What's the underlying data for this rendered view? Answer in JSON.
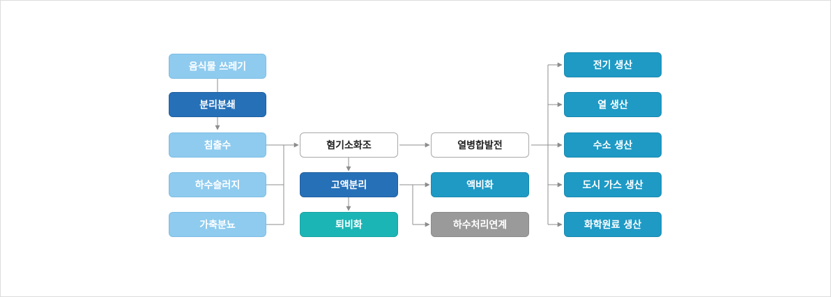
{
  "source": {
    "food_waste": "음식물 쓰레기",
    "separation": "분리분쇄",
    "sedimentation": "침출수",
    "sewage_sludge": "하수슬러지",
    "livestock_manure": "가축분뇨"
  },
  "process": {
    "anaerobic_digestion": "혐기소화조",
    "solid_liquid_separation": "고액분리",
    "composting": "퇴비화"
  },
  "conversion": {
    "chp": "열병합발전",
    "liquefaction": "액비화",
    "sewage_treatment_link": "하수처리연계"
  },
  "output": {
    "electricity": "전기 생산",
    "heat": "열 생산",
    "hydrogen": "수소 생산",
    "city_gas": "도시 가스 생산",
    "chemical_feedstock": "화학원료 생산"
  },
  "colors": {
    "light_blue": "#8ecbef",
    "dark_blue": "#2670b8",
    "teal": "#1cb5b5",
    "mid_blue": "#1e9ac5",
    "gray": "#9a9a9a",
    "connector": "#8c8c8c"
  }
}
